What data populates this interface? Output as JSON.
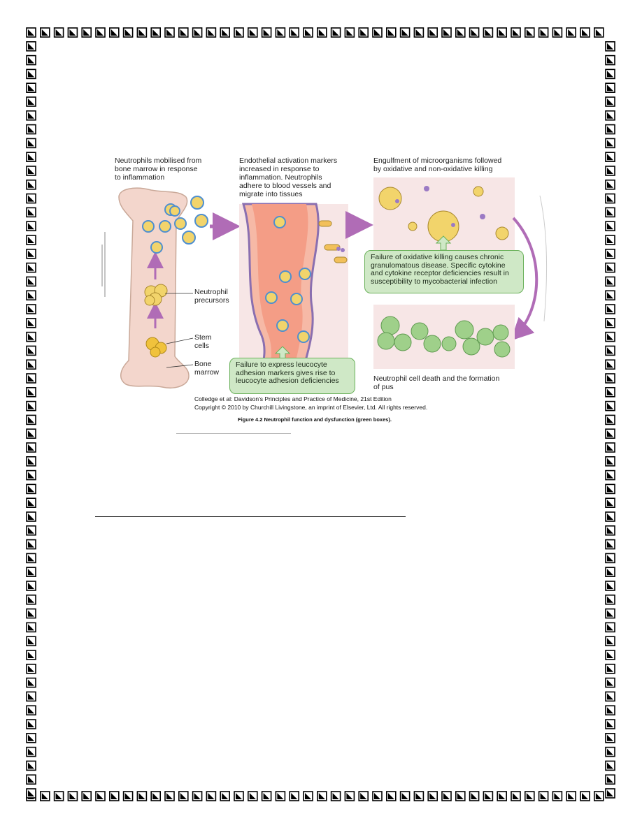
{
  "figure": {
    "panels": {
      "bone_marrow": {
        "caption": "Neutrophils mobilised from\nbone marrow in response\nto inflammation"
      },
      "vessel": {
        "caption": "Endothelial activation markers\nincreased in response to\ninflammation. Neutrophils\nadhere to blood vessels and\nmigrate into tissues"
      },
      "engulfment": {
        "caption": "Engulfment of microorganisms followed\nby oxidative and non-oxidative killing"
      },
      "pus": {
        "caption": "Neutrophil cell death and the formation\nof pus"
      }
    },
    "labels": {
      "neutrophil_precursors": "Neutrophil\nprecursors",
      "stem_cells": "Stem\ncells",
      "bone_marrow": "Bone\nmarrow"
    },
    "green_boxes": {
      "oxidative": "Failure of oxidative killing causes chronic\ngranulomatous disease. Specific cytokine\nand cytokine receptor deficiencies result in\nsusceptibility to mycobacterial infection",
      "adhesion": "Failure to express leucocyte\nadhesion markers gives rise to\nleucocyte adhesion deficiencies"
    },
    "credit_line_1": "Colledge et al: Davidson's Principles and Practice of Medicine, 21st Edition",
    "credit_line_2": "Copyright © 2010 by Churchill Livingstone, an imprint of Elsevier, Ltd. All rights reserved.",
    "figure_caption": "Figure 4.2 Neutrophil function and dysfunction (green boxes)."
  },
  "colors": {
    "bone_fill": "#f3d6cc",
    "bone_edge": "#c9a898",
    "vessel_lumen": "#f6b9a6",
    "tissue_pink": "#f7e6e6",
    "arrow_purple": "#b06cb6",
    "green_box_fill": "#cfe8c6",
    "green_box_edge": "#6ab15a",
    "neutrophil_yellow": "#f2d46b",
    "pus_cell_green": "#9fd08a"
  }
}
